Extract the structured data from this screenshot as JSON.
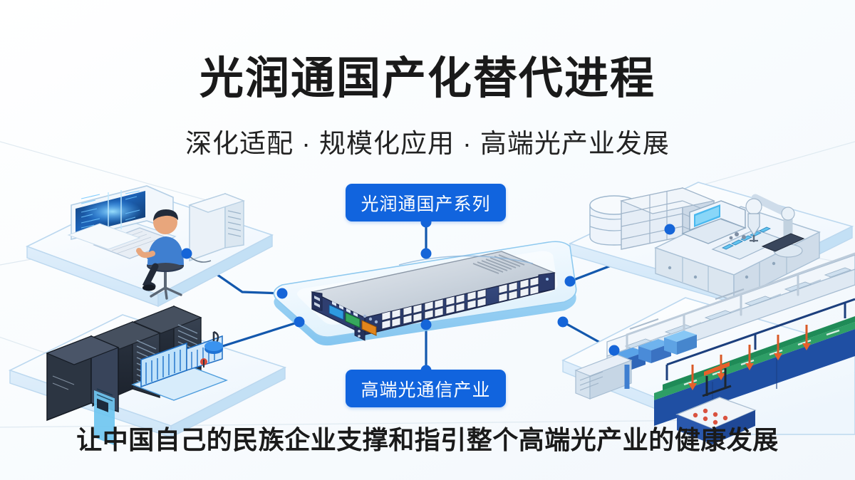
{
  "page": {
    "background_color": "#f8fbfe",
    "accent_color": "#1164de",
    "line_color": "#1358ad"
  },
  "header": {
    "title": "光润通国产化替代进程",
    "subtitle": "深化适配 · 规模化应用 · 高端光产业发展"
  },
  "footer": {
    "tagline": "让中国自己的民族企业支撑和指引整个高端光产业的健康发展"
  },
  "badges": [
    {
      "id": "top",
      "label": "光润通国产系列"
    },
    {
      "id": "bottom",
      "label": "高端光通信产业"
    }
  ],
  "nodes": [
    {
      "name": "workstation-scene",
      "position": "top-left",
      "description": "engineer-at-monitor-and-tower"
    },
    {
      "name": "server-rack-scene",
      "position": "bottom-left",
      "description": "server-racks-and-fiber-patch-panel"
    },
    {
      "name": "network-switch",
      "position": "center",
      "description": "24-port-rack-switch-on-platform"
    },
    {
      "name": "lab-bench-scene",
      "position": "top-right",
      "description": "laptop-robot-arm-and-storage"
    },
    {
      "name": "production-line-scene",
      "position": "bottom-right",
      "description": "conveyor-assembly-line"
    }
  ],
  "icons": {
    "connector_node": "connection-node-icon",
    "switch": "network-switch-icon",
    "server": "server-rack-icon",
    "monitor": "monitor-icon",
    "robot_arm": "robot-arm-icon",
    "conveyor": "conveyor-belt-icon",
    "database": "database-cylinder-icon"
  }
}
